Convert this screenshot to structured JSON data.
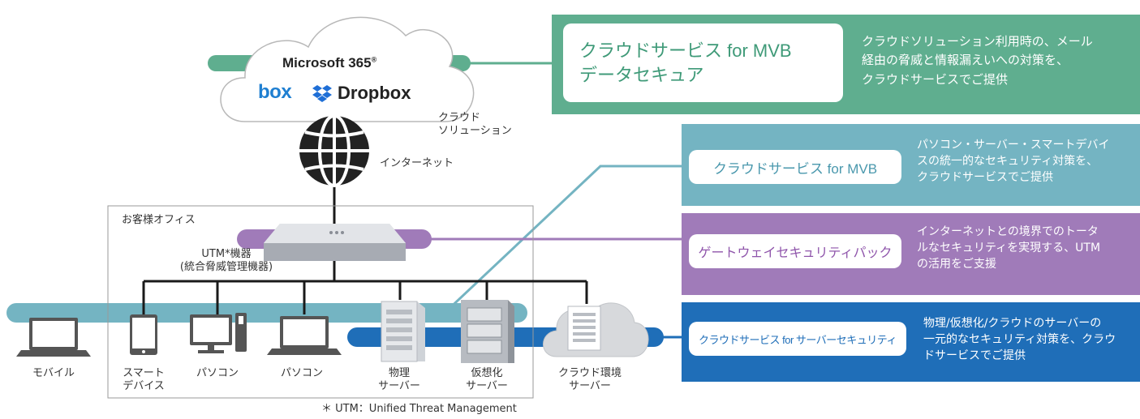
{
  "cloud": {
    "microsoft": "Microsoft 365",
    "registered_mark": "®",
    "box": "box",
    "dropbox": "Dropbox",
    "label_line1": "クラウド",
    "label_line2": "ソリューション"
  },
  "internet_label": "インターネット",
  "office": {
    "label": "お客様オフィス",
    "utm_line1": "UTM*機器",
    "utm_line2": "(統合脅威管理機器)"
  },
  "devices": {
    "mobile": "モバイル",
    "smart_line1": "スマート",
    "smart_line2": "デバイス",
    "pc1": "パソコン",
    "pc2": "パソコン",
    "physical_line1": "物理",
    "physical_line2": "サーバー",
    "virtual_line1": "仮想化",
    "virtual_line2": "サーバー",
    "cloudenv_line1": "クラウド環境",
    "cloudenv_line2": "サーバー"
  },
  "footnote": "＊ UTM：Unified Threat Management",
  "services": [
    {
      "title_line1": "クラウドサービス for MVB",
      "title_line2": "データセキュア",
      "desc_line1": "クラウドソリューション利用時の、メール",
      "desc_line2": "経由の脅威と情報漏えいへの対策を、",
      "desc_line3": "クラウドサービスでご提供",
      "color": "#5fae8f",
      "title_color": "#3f9a78"
    },
    {
      "title_line1": "クラウドサービス for MVB",
      "desc_line1": "パソコン・サーバー・スマートデバイ",
      "desc_line2": "スの統一的なセキュリティ対策を、",
      "desc_line3": "クラウドサービスでご提供",
      "color": "#74b4c2",
      "title_color": "#4a98ad"
    },
    {
      "title_line1": "ゲートウェイセキュリティパック",
      "desc_line1": "インターネットとの境界でのトータ",
      "desc_line2": "ルなセキュリティを実現する、UTM",
      "desc_line3": "の活用をご支援",
      "color": "#a07bb9",
      "title_color": "#8f55ab"
    },
    {
      "title_line1": "クラウドサービス for サーバーセキュリティ",
      "desc_line1": "物理/仮想化/クラウドのサーバーの",
      "desc_line2": "一元的なセキュリティ対策を、クラウ",
      "desc_line3": "ドサービスでご提供",
      "color": "#1f6eb8",
      "title_color": "#1f6eb8"
    }
  ]
}
